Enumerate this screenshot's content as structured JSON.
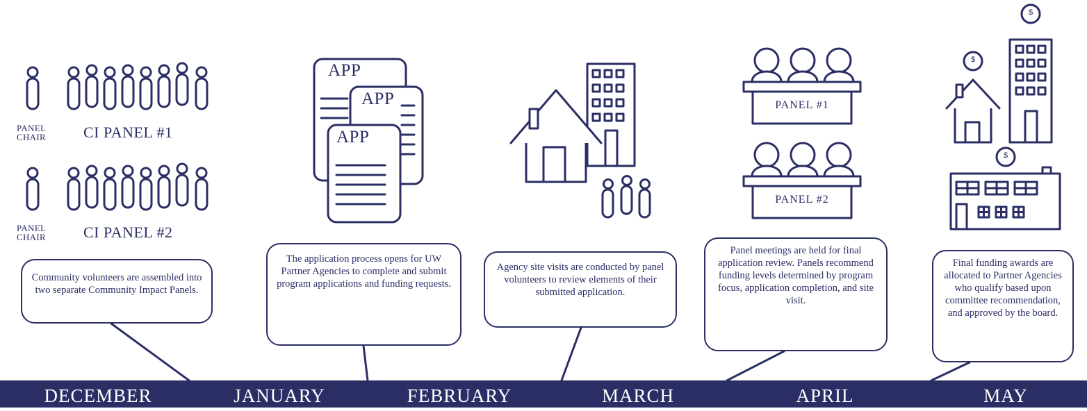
{
  "panels": {
    "chair_label": [
      "PANEL",
      "CHAIR"
    ],
    "panel1_label": "CI PANEL #1",
    "panel2_label": "CI PANEL #2"
  },
  "applications": {
    "app_label": "APP"
  },
  "review": {
    "panel1": "PANEL #1",
    "panel2": "PANEL #2"
  },
  "awards": {
    "dollar": "$"
  },
  "steps": [
    {
      "text": "Community volunteers are assembled into two separate Community Impact Panels."
    },
    {
      "text": "The application process opens for UW Partner Agencies to complete and submit program applications and funding requests."
    },
    {
      "text": "Agency site visits are conducted by panel volunteers to review elements of their submitted application."
    },
    {
      "text": "Panel meetings are held for final application review. Panels recommend funding levels determined by program focus, application completion, and site visit."
    },
    {
      "text": "Final funding awards are allocated to Partner Agencies who qualify based upon committee recommendation, and approved by the board."
    }
  ],
  "timeline": [
    "DECEMBER",
    "JANUARY",
    "FEBRUARY",
    "MARCH",
    "APRIL",
    "MAY"
  ],
  "colors": {
    "navy": "#2a2e64",
    "background": "#ffffff"
  }
}
